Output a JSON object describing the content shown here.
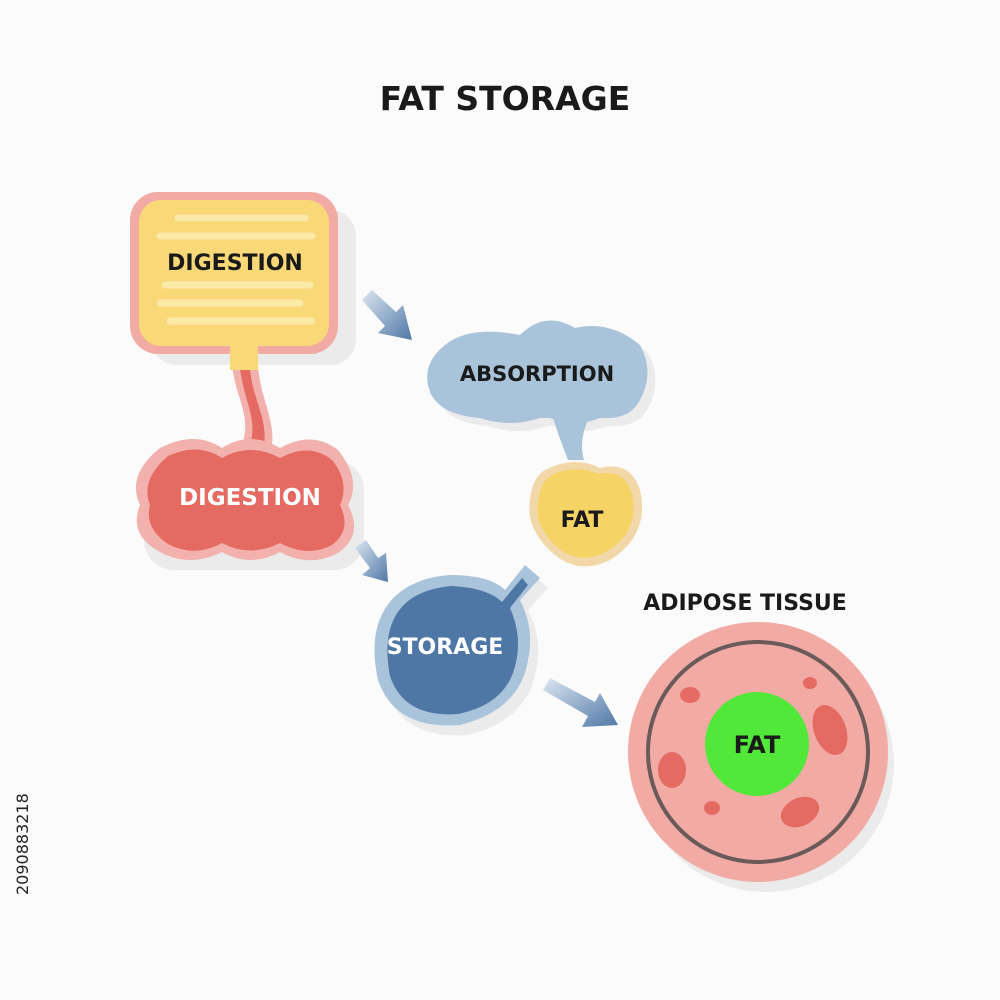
{
  "title": "FAT STORAGE",
  "nodes": {
    "digestion_top": {
      "label": "DIGESTION"
    },
    "digestion_bottom": {
      "label": "DIGESTION"
    },
    "absorption": {
      "label": "ABSORPTION"
    },
    "fat_droplet": {
      "label": "FAT"
    },
    "storage": {
      "label": "STORAGE"
    },
    "adipose": {
      "title": "ADIPOSE TISSUE",
      "core_label": "FAT"
    }
  },
  "watermark": "2090883218",
  "colors": {
    "title_text": "#1a1a1a",
    "yellow_fill": "#f8d877",
    "yellow_border": "#f2aaa4",
    "red_fill": "#e46a62",
    "red_border": "#f2b1ad",
    "absorption_fill": "#a9c3da",
    "fat_yellow": "#f6d365",
    "storage_fill": "#4f77a6",
    "storage_border": "#a9c3da",
    "adipose_fill": "#f2aaa4",
    "adipose_ring": "#6a5a5a",
    "fat_core": "#52e83a",
    "arrow": "#4f77a6"
  }
}
